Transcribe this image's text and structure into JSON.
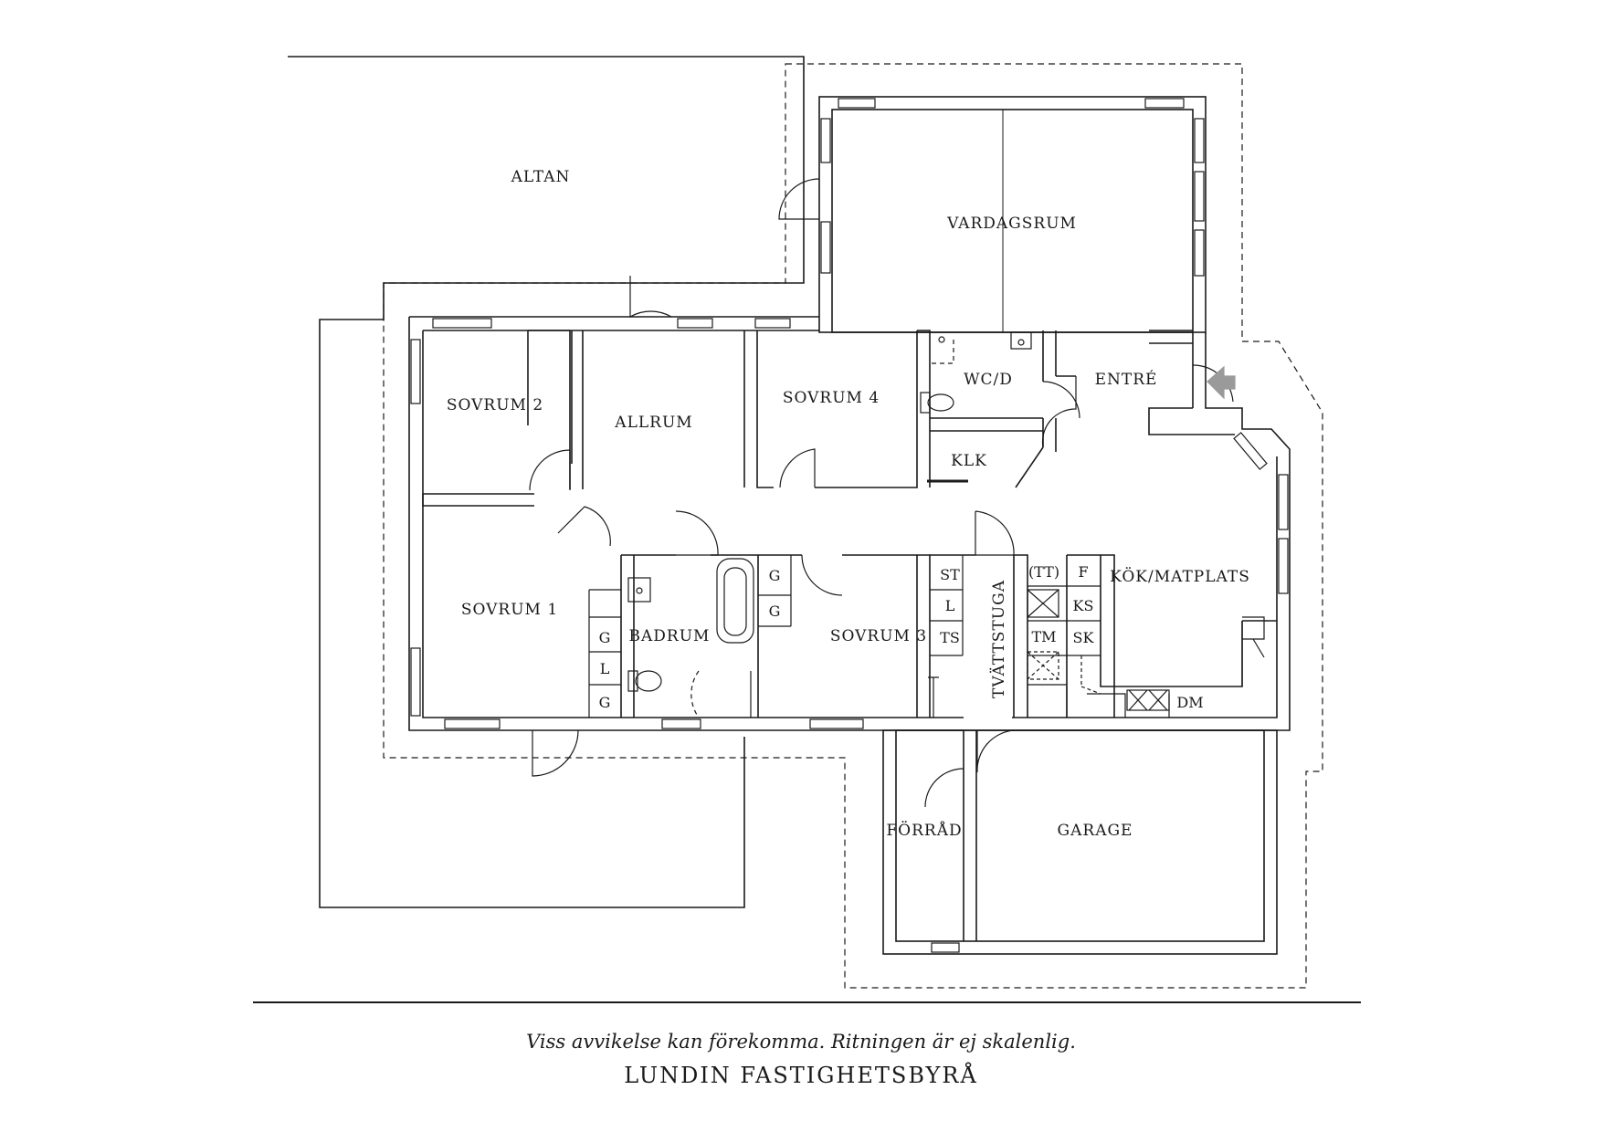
{
  "rooms": {
    "altan": "ALTAN",
    "vardagsrum": "VARDAGSRUM",
    "sovrum2": "SOVRUM 2",
    "allrum": "ALLRUM",
    "sovrum4": "SOVRUM 4",
    "wcd": "WC/D",
    "entre": "ENTRÉ",
    "klk": "KLK",
    "sovrum1": "SOVRUM 1",
    "badrum": "BADRUM",
    "sovrum3": "SOVRUM 3",
    "tvattstuga": "TVÄTTSTUGA",
    "kok": "KÖK/MATPLATS",
    "forrad": "FÖRRÅD",
    "garage": "GARAGE"
  },
  "fixtures": {
    "g1": "G",
    "l1": "L",
    "g2": "G",
    "g3": "G",
    "g4": "G",
    "st": "ST",
    "l2": "L",
    "ts": "TS",
    "tt": "(TT)",
    "tm": "TM",
    "f": "F",
    "ks": "KS",
    "sk": "SK",
    "dm": "DM"
  },
  "footer": {
    "disclaimer": "Viss avvikelse kan förekomma. Ritningen är ej skalenlig.",
    "brand": "LUNDIN FASTIGHETSBYRÅ"
  },
  "colors": {
    "ink": "#1a1a1a",
    "entry_arrow": "#9a9a9a"
  },
  "icons": [
    "entry-arrow-icon",
    "toilet-icon",
    "sink-icon",
    "bathtub-icon",
    "stove-icon",
    "door-swing-icon",
    "window-icon"
  ]
}
